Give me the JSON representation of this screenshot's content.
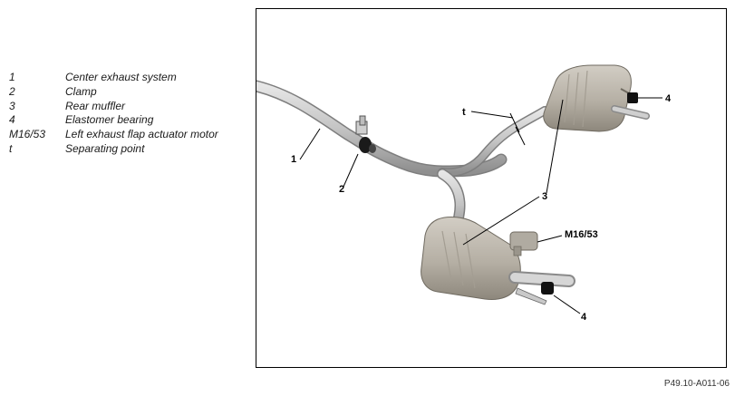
{
  "legend": {
    "items": [
      {
        "key": "1",
        "label": "Center exhaust system"
      },
      {
        "key": "2",
        "label": "Clamp"
      },
      {
        "key": "3",
        "label": "Rear muffler"
      },
      {
        "key": "4",
        "label": "Elastomer bearing"
      },
      {
        "key": "M16/53",
        "label": "Left exhaust flap actuator motor"
      },
      {
        "key": "t",
        "label": "Separating point"
      }
    ]
  },
  "diagram": {
    "callouts": {
      "c1": "1",
      "c2": "2",
      "c3": "3",
      "c4a": "4",
      "c4b": "4",
      "cm": "M16/53",
      "ct": "t"
    },
    "colors": {
      "pipe": "#c9c9c9",
      "pipe_edge": "#8a8a8a",
      "muffler": "#b9b3a9",
      "bearing": "#111111"
    }
  },
  "figure_id": "P49.10-A011-06"
}
